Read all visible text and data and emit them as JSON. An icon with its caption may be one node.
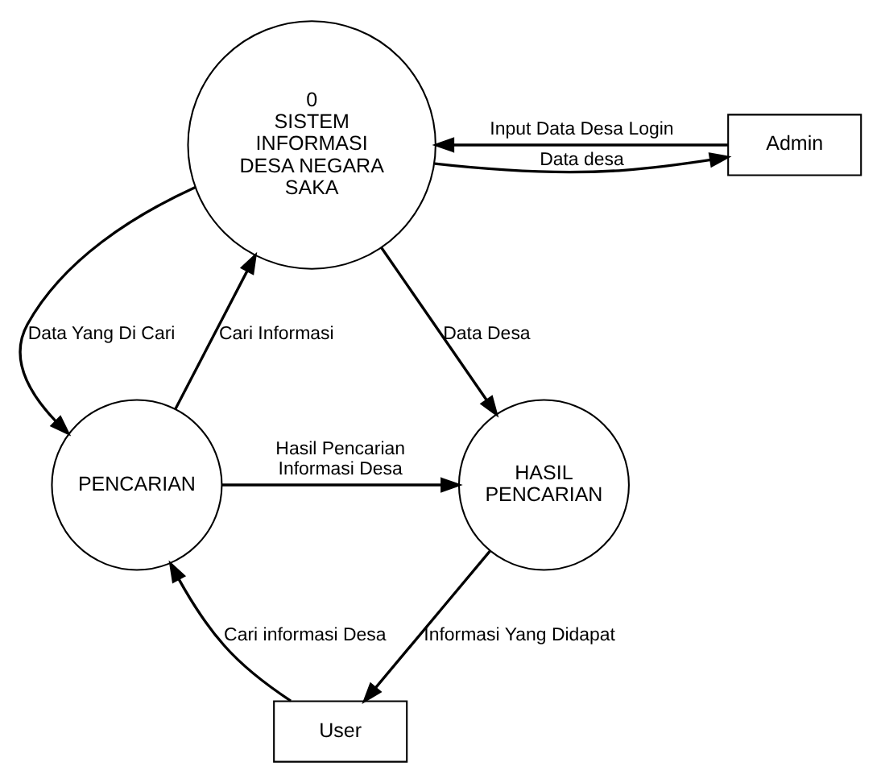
{
  "diagram": {
    "nodes": [
      {
        "text": [
          "0",
          "SISTEM INFORMASI DESA NEGARA SAKA"
        ]
      },
      {
        "text": [
          "Admin"
        ]
      },
      {
        "text": [
          "PENCARIAN"
        ]
      },
      {
        "text": [
          "HASIL PENCARIAN"
        ]
      },
      {
        "text": [
          "User"
        ]
      }
    ],
    "edges": [
      {
        "from": 0,
        "to": 1,
        "arrow": "to",
        "label": "Data desa"
      },
      {
        "from": 1,
        "to": 0,
        "arrow": "to",
        "label": "Input Data Desa Login"
      },
      {
        "from": 0,
        "to": 2,
        "arrow": "to",
        "label": "Data Yang Di Cari"
      },
      {
        "from": 2,
        "to": 0,
        "arrow": "to",
        "label": "Cari Informasi"
      },
      {
        "from": 0,
        "to": 3,
        "arrow": "to",
        "label": "Data Desa"
      },
      {
        "from": 2,
        "to": 3,
        "arrow": "to",
        "label": "Hasil Pencarian Informasi Desa"
      },
      {
        "from": 3,
        "to": 4,
        "arrow": "to",
        "label": "Informasi Yang Didapat"
      },
      {
        "from": 4,
        "to": 2,
        "arrow": "to",
        "label": "Cari informasi Desa"
      }
    ]
  }
}
